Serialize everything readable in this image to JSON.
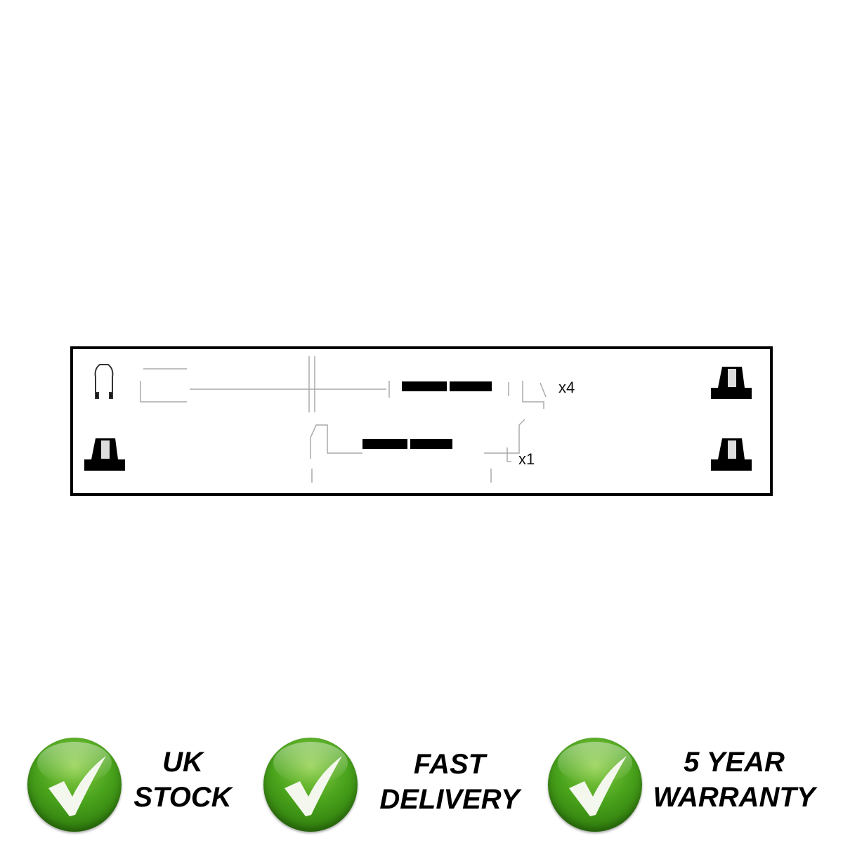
{
  "diagram": {
    "rows": [
      {
        "quantity_label": "x4"
      },
      {
        "quantity_label": "x1"
      }
    ]
  },
  "badges": [
    {
      "icon": "check-icon",
      "line1": "UK",
      "line2": "STOCK"
    },
    {
      "icon": "check-icon",
      "line1": "FAST",
      "line2": "DELIVERY"
    },
    {
      "icon": "check-icon",
      "line1": "5 YEAR",
      "line2": "WARRANTY"
    }
  ],
  "colors": {
    "badge_green": "#4aa41c",
    "text": "#000000"
  }
}
